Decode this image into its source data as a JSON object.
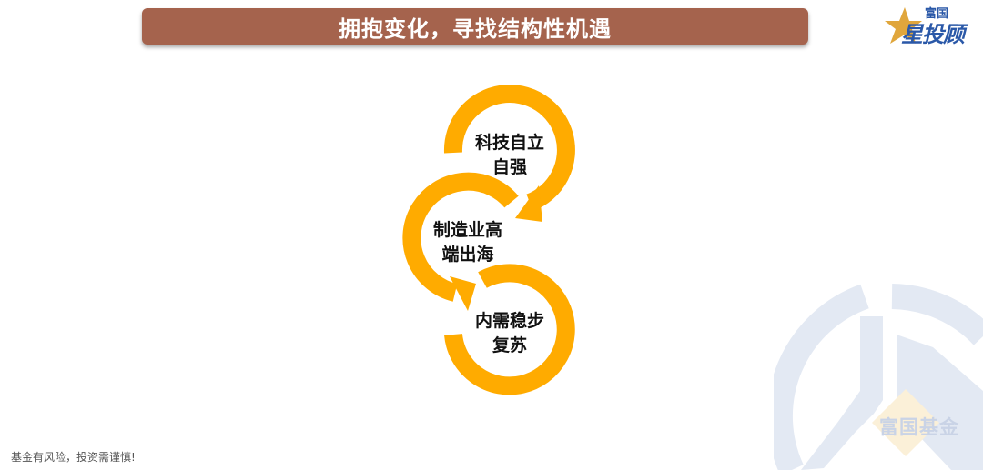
{
  "header": {
    "title": "拥抱变化，寻找结构性机遇",
    "title_bg_color": "#a5634d"
  },
  "brand": {
    "small_text": "富国",
    "big_text": "星投顾",
    "icon": "star-icon",
    "star_color": "#e0a63c",
    "text_color": "#2a58a8"
  },
  "diagram": {
    "arc_color": "#ffab00",
    "nodes": [
      {
        "line1": "科技自立",
        "line2": "自强"
      },
      {
        "line1": "制造业高",
        "line2": "端出海"
      },
      {
        "line1": "内需稳步",
        "line2": "复苏"
      }
    ]
  },
  "watermark": {
    "text": "富国基金",
    "icon": "fullgoal-logo-icon"
  },
  "footer": {
    "disclaimer": "基金有风险，投资需谨慎!"
  }
}
